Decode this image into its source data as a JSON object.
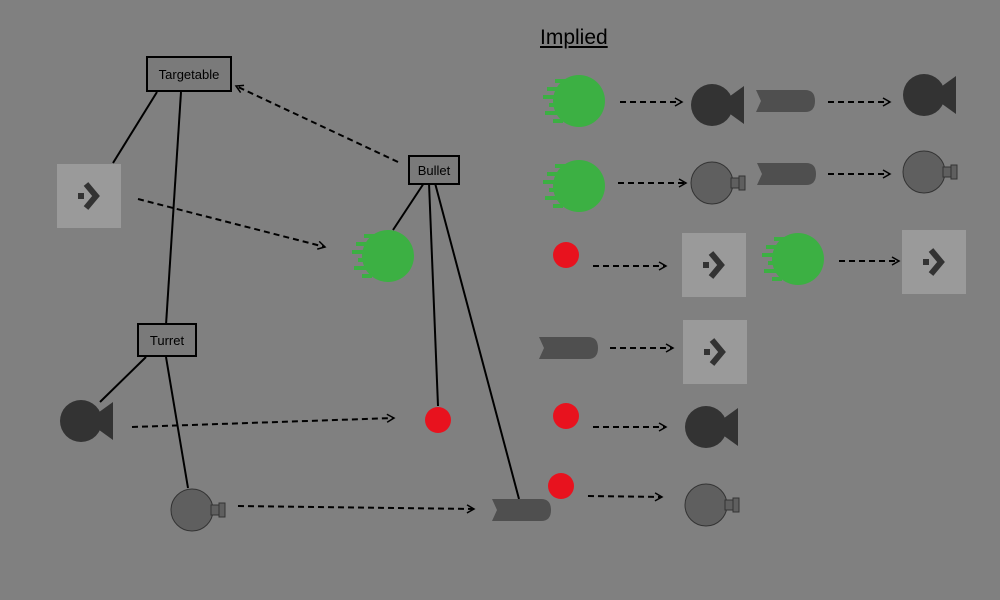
{
  "heading": "Implied",
  "labels": {
    "targetable": "Targetable",
    "bullet": "Bullet",
    "turret": "Turret"
  },
  "colors": {
    "background": "#808080",
    "green_projectile": "#3cb043",
    "red_dot": "#e8121e",
    "dark_cannon": "#333333",
    "grey_cannon": "#5f5f5f",
    "missile": "#4f4f4f",
    "tile": "#9a9a9a",
    "chevron": "#333333"
  },
  "icons": {
    "tile": "chevron-tile-icon",
    "green": "green-plasma-projectile-icon",
    "red": "red-dot-bullet-icon",
    "dark_cannon": "dark-cone-cannon-icon",
    "grey_cannon": "grey-barrel-cannon-icon",
    "missile": "missile-bullet-icon"
  }
}
